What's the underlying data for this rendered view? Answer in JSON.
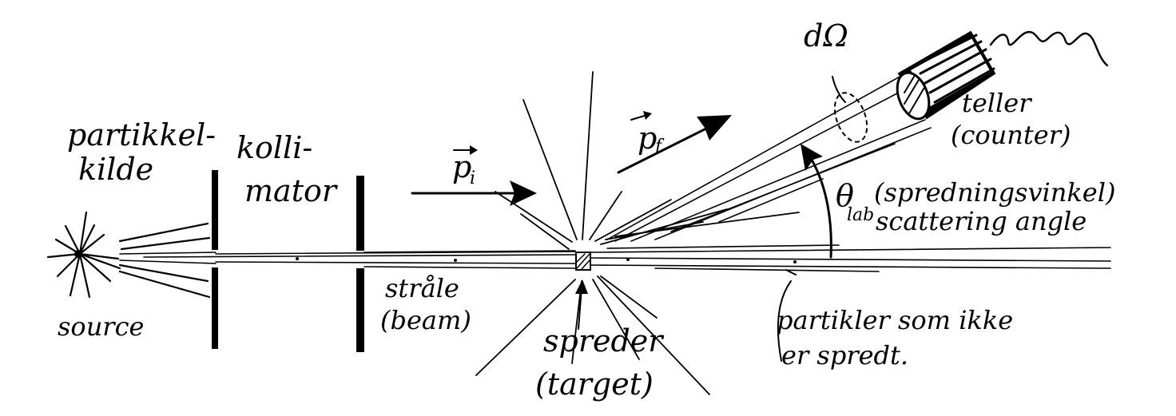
{
  "labels": {
    "source_no": "partikkel-",
    "source_no_2": "kilde",
    "source_en": "source",
    "collimator_1": "kolli-",
    "collimator_2": "mator",
    "beam_no": "stråle",
    "beam_en": "(beam)",
    "target_no": "spreder",
    "target_en": "(target)",
    "p_initial": "p",
    "p_initial_sub": "i",
    "p_final": "p",
    "p_final_sub": "f",
    "solid_angle": "dΩ",
    "counter_no": "teller",
    "counter_en": "(counter)",
    "theta": "θ",
    "theta_sub": "lab",
    "angle_no": "(spredningsvinkel)",
    "angle_en": "scattering angle",
    "unscattered_1": "partikler som ikke",
    "unscattered_2": "er spredt."
  },
  "colors": {
    "ink": "#000000",
    "paper": "#ffffff"
  }
}
